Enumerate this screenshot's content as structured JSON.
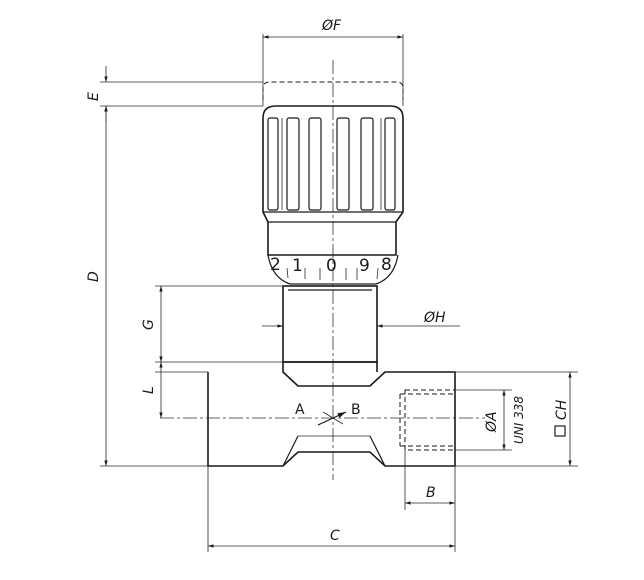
{
  "drawing": {
    "dimensions": {
      "phiF": "ØF",
      "E": "E",
      "D": "D",
      "G": "G",
      "L": "L",
      "phiH": "ØH",
      "phiA": "ØA",
      "uni": "UNI 338",
      "CH": "CH",
      "B": "B",
      "C": "C"
    },
    "ports": {
      "A": "A",
      "B": "B"
    },
    "scale": [
      "2",
      "1",
      "0",
      "9",
      "8"
    ]
  }
}
